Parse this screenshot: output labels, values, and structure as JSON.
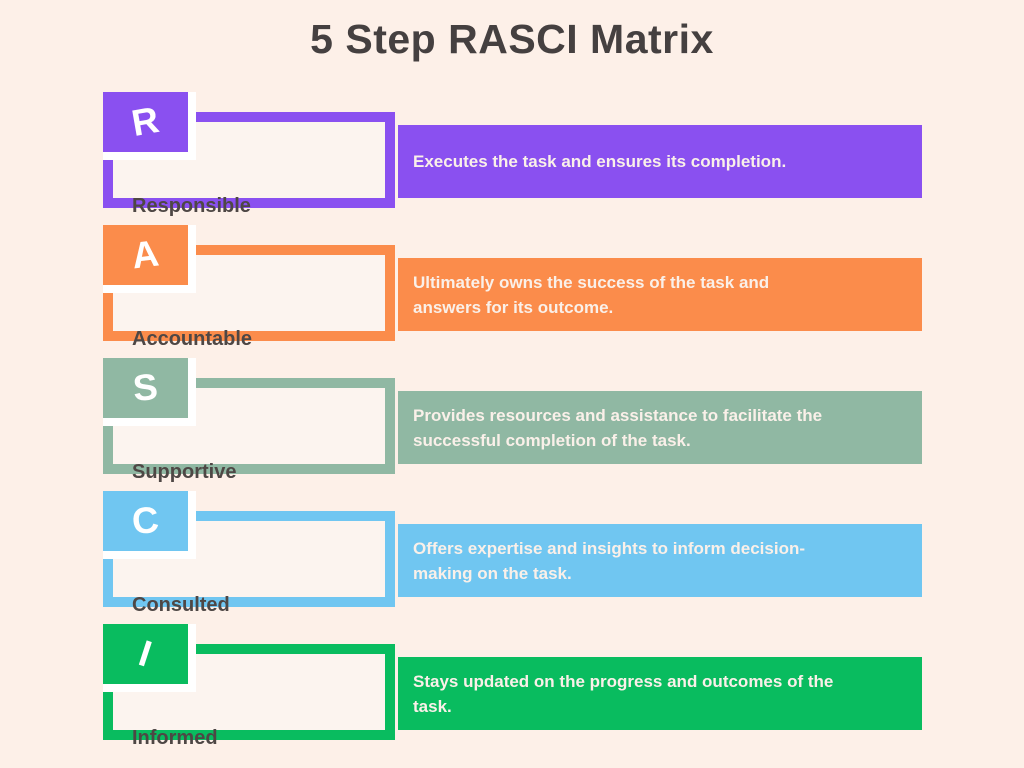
{
  "page": {
    "title": "5 Step RASCI Matrix"
  },
  "palette": {
    "background": "#FDF0E8",
    "panel_fill": "#FCF4EF",
    "title_text": "#454040",
    "label_text": "#4E4745",
    "description_text": "#FAF0E9",
    "notch": "#FFFFFF"
  },
  "rows": [
    {
      "letter": "R",
      "label": "Responsible",
      "description": "Executes the task and ensures its completion.",
      "color": "#8A50F0"
    },
    {
      "letter": "A",
      "label": "Accountable",
      "description": "Ultimately owns the success of the task and\nanswers for its outcome.",
      "color": "#FB8C4B"
    },
    {
      "letter": "S",
      "label": "Supportive",
      "description": "Provides resources and assistance to facilitate the\nsuccessful completion of the task.",
      "color": "#90B8A3"
    },
    {
      "letter": "C",
      "label": "Consulted",
      "description": "Offers expertise and insights to inform decision-\nmaking on the task.",
      "color": "#70C6F1"
    },
    {
      "letter": "I",
      "label": "Informed",
      "description": "Stays updated on the progress and outcomes of the\ntask.",
      "color": "#09BC5F"
    }
  ]
}
